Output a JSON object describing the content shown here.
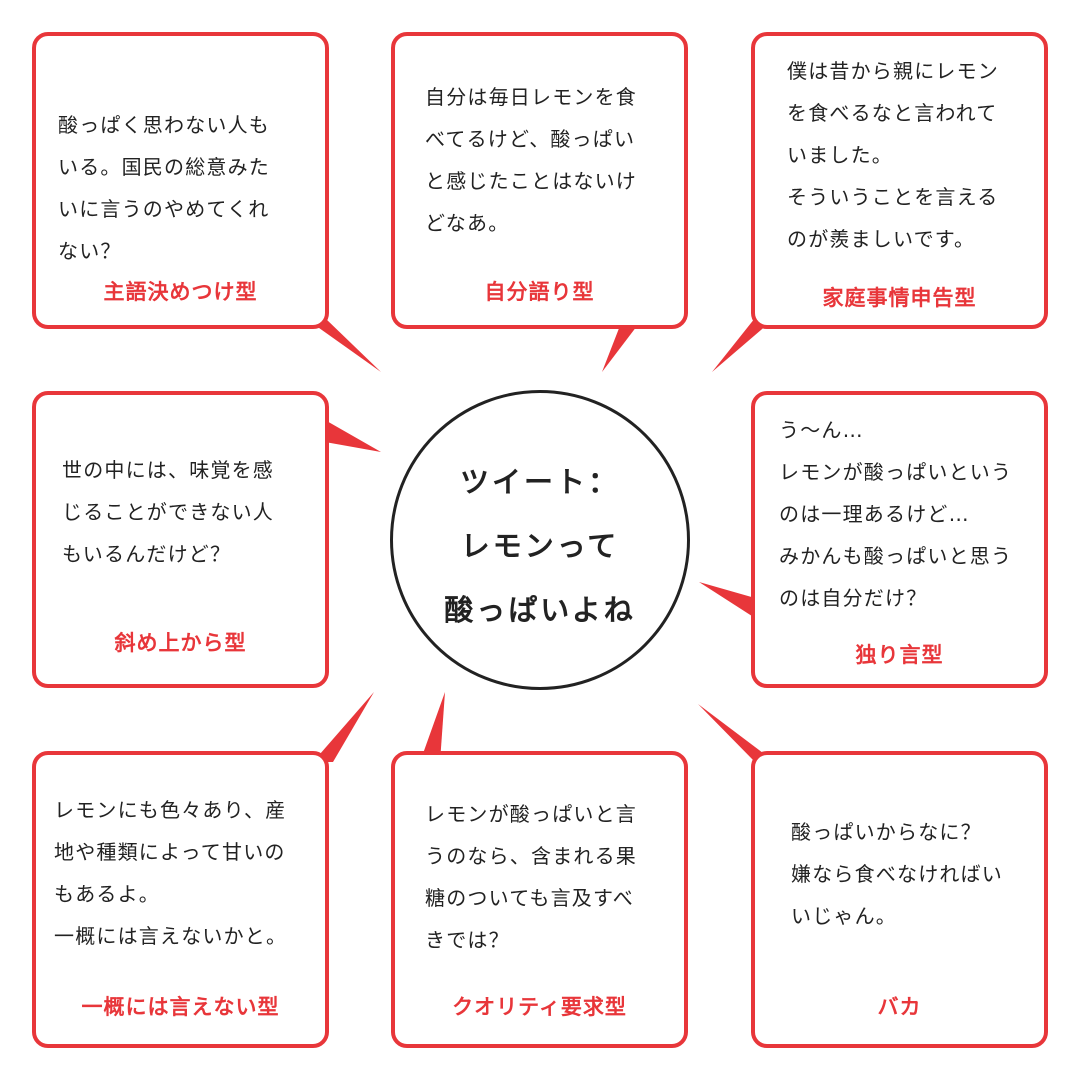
{
  "accent_color": "#e8363a",
  "center": {
    "lines": [
      "ツイート：",
      "レモンって",
      "酸っぱいよね"
    ]
  },
  "boxes": [
    {
      "id": "top-left",
      "text": "酸っぱく思わない人も\nいる。国民の総意みた\nいに言うのやめてくれ\nない？",
      "label": "主語決めつけ型"
    },
    {
      "id": "top-center",
      "text": "自分は毎日レモンを食\nべてるけど、酸っぱい\nと感じたことはないけ\nどなあ。",
      "label": "自分語り型"
    },
    {
      "id": "top-right",
      "text": "僕は昔から親にレモン\nを食べるなと言われて\nいました。\nそういうことを言える\nのが羨ましいです。",
      "label": "家庭事情申告型"
    },
    {
      "id": "middle-left",
      "text": "世の中には、味覚を感\nじることができない人\nもいるんだけど？",
      "label": "斜め上から型"
    },
    {
      "id": "middle-right",
      "text": "う〜ん…\nレモンが酸っぱいという\nのは一理あるけど…\nみかんも酸っぱいと思う\nのは自分だけ？",
      "label": "独り言型"
    },
    {
      "id": "bottom-left",
      "text": "レモンにも色々あり、産\n地や種類によって甘いの\nもあるよ。\n一概には言えないかと。",
      "label": "一概には言えない型"
    },
    {
      "id": "bottom-center",
      "text": "レモンが酸っぱいと言\nうのなら、含まれる果\n糖のついても言及すべ\nきでは？",
      "label": "クオリティ要求型"
    },
    {
      "id": "bottom-right",
      "text": "酸っぱいからなに？\n嫌なら食べなければい\nいじゃん。",
      "label": "バカ"
    }
  ]
}
